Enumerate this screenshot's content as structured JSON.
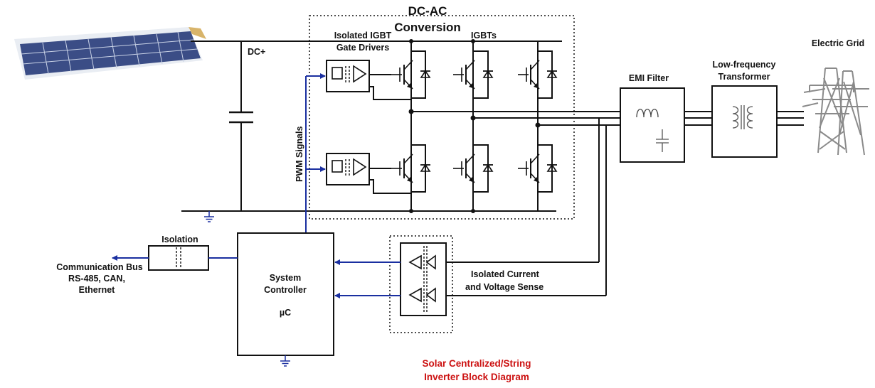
{
  "labels": {
    "dc_ac_line1": "DC-AC",
    "dc_ac_line2": "Conversion",
    "isolated_igbt_line1": "Isolated IGBT",
    "isolated_igbt_line2": "Gate Drivers",
    "igbts": "IGBTs",
    "dc_plus": "DC+",
    "pwm_signals": "PWM Signals",
    "emi_filter": "EMI Filter",
    "transformer_line1": "Low-frequency",
    "transformer_line2": "Transformer",
    "electric_grid": "Electric Grid",
    "isolation": "Isolation",
    "comm_line1": "Communication Bus",
    "comm_line2": "RS-485, CAN,",
    "comm_line3": "Ethernet",
    "controller_line1": "System",
    "controller_line2": "Controller",
    "controller_line3": "µC",
    "sense_line1": "Isolated Current",
    "sense_line2": "and Voltage Sense",
    "title_line1": "Solar Centralized/String",
    "title_line2": "Inverter Block Diagram"
  },
  "colors": {
    "wire": "#111111",
    "signal": "#1a2fa0",
    "title": "#cc1111",
    "panel_cell": "#3b4d86",
    "tower": "#8a8a8a"
  },
  "icons": [
    "solar-panel-icon",
    "transmission-tower-icon",
    "ground-icon",
    "inductor-icon",
    "capacitor-icon",
    "transformer-coil-icon",
    "igbt-icon",
    "diode-icon",
    "buffer-icon"
  ]
}
